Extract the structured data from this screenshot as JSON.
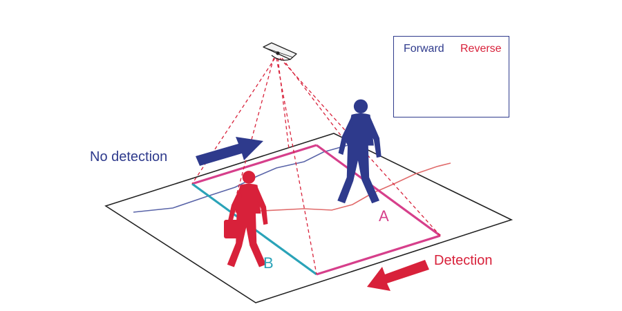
{
  "labels": {
    "no_detection": "No detection",
    "detection": "Detection",
    "zone_a": "A",
    "zone_b": "B"
  },
  "legend": {
    "forward": "Forward",
    "reverse": "Reverse"
  },
  "colors": {
    "forward": "#2e3a8c",
    "reverse": "#d8213a",
    "zone_a": "#d63f8b",
    "zone_b": "#2aa3b8",
    "floor_outline": "#222222"
  },
  "icons": {
    "sensor": "ceiling-sensor-icon",
    "forward_walker": "walking-person-icon",
    "reverse_walker": "walking-person-with-bag-icon"
  }
}
